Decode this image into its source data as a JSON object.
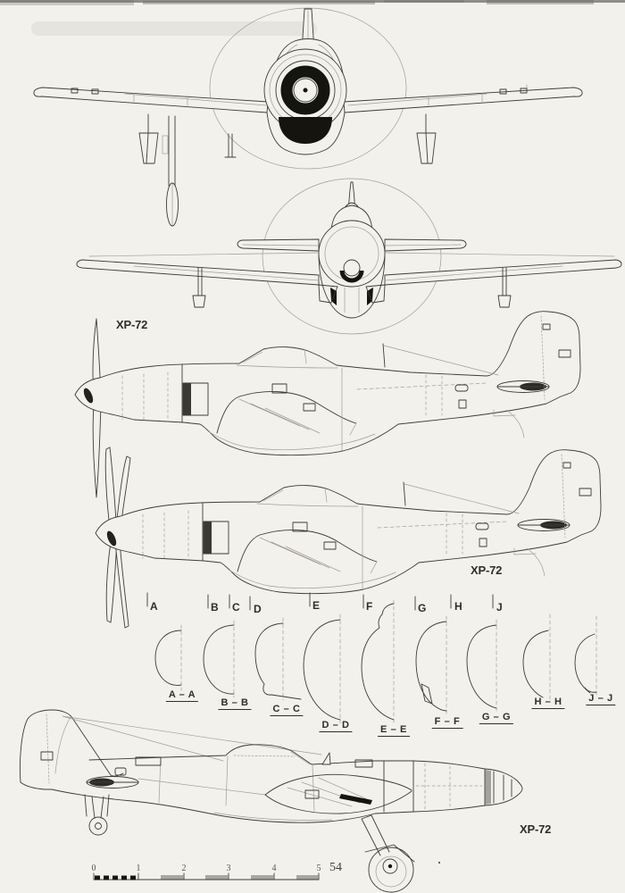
{
  "page": {
    "number": "54",
    "paper_color": "#f2f1ec",
    "ink_color": "#3e3c36"
  },
  "aircraft_labels": {
    "side_view_top": "XP-72",
    "side_view_middle": "XP-72",
    "side_view_bottom": "XP-72"
  },
  "cross_sections": {
    "station_markers": [
      "A",
      "B",
      "C",
      "D",
      "E",
      "F",
      "G",
      "H",
      "J"
    ],
    "section_labels": [
      "A – A",
      "B – B",
      "C – C",
      "D – D",
      "E – E",
      "F – F",
      "G – G",
      "H – H",
      "J – J"
    ]
  },
  "scale_bar": {
    "tick_labels": [
      "0",
      "1",
      "2",
      "3",
      "4",
      "5"
    ]
  }
}
